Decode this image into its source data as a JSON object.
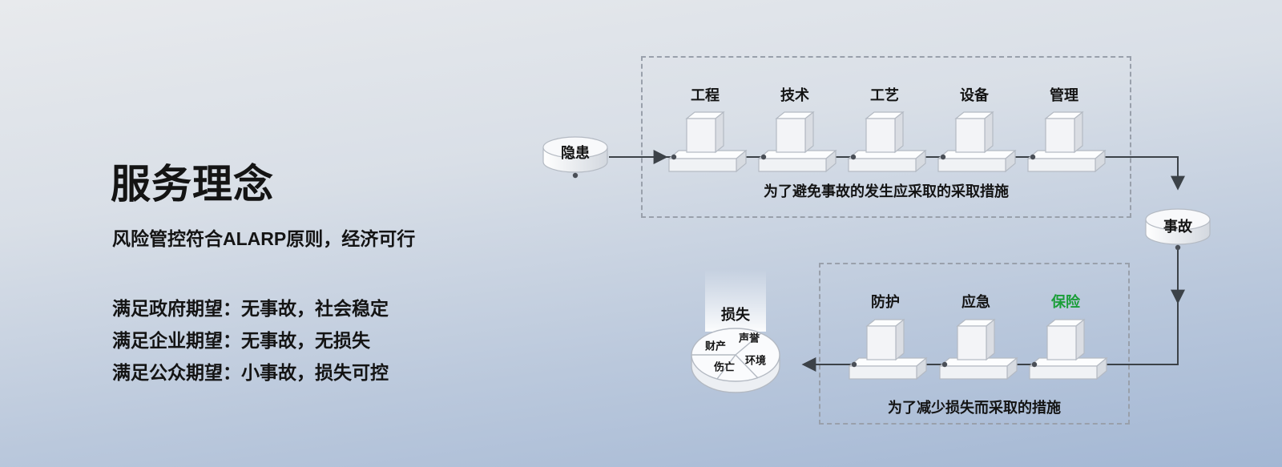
{
  "left_panel": {
    "title": "服务理念",
    "subtitle": "风险管控符合ALARP原则，经济可行",
    "expectations": [
      "满足政府期望：无事故，社会稳定",
      "满足企业期望：无事故，无损失",
      "满足公众期望：小事故，损失可控"
    ]
  },
  "diagram": {
    "hazard": {
      "label": "隐患"
    },
    "accident": {
      "label": "事故"
    },
    "loss": {
      "label": "损失",
      "slices": [
        "财产",
        "声誉",
        "伤亡",
        "环境"
      ]
    },
    "prevention": {
      "barriers": [
        "工程",
        "技术",
        "工艺",
        "设备",
        "管理"
      ],
      "caption": "为了避免事故的发生应采取的采取措施"
    },
    "mitigation": {
      "barriers": [
        "防护",
        "应急",
        "保险"
      ],
      "caption": "为了减少损失而采取的措施"
    },
    "colors": {
      "insurance_green": "#1a9e38",
      "line": "#3c4248",
      "text": "#141414"
    }
  }
}
